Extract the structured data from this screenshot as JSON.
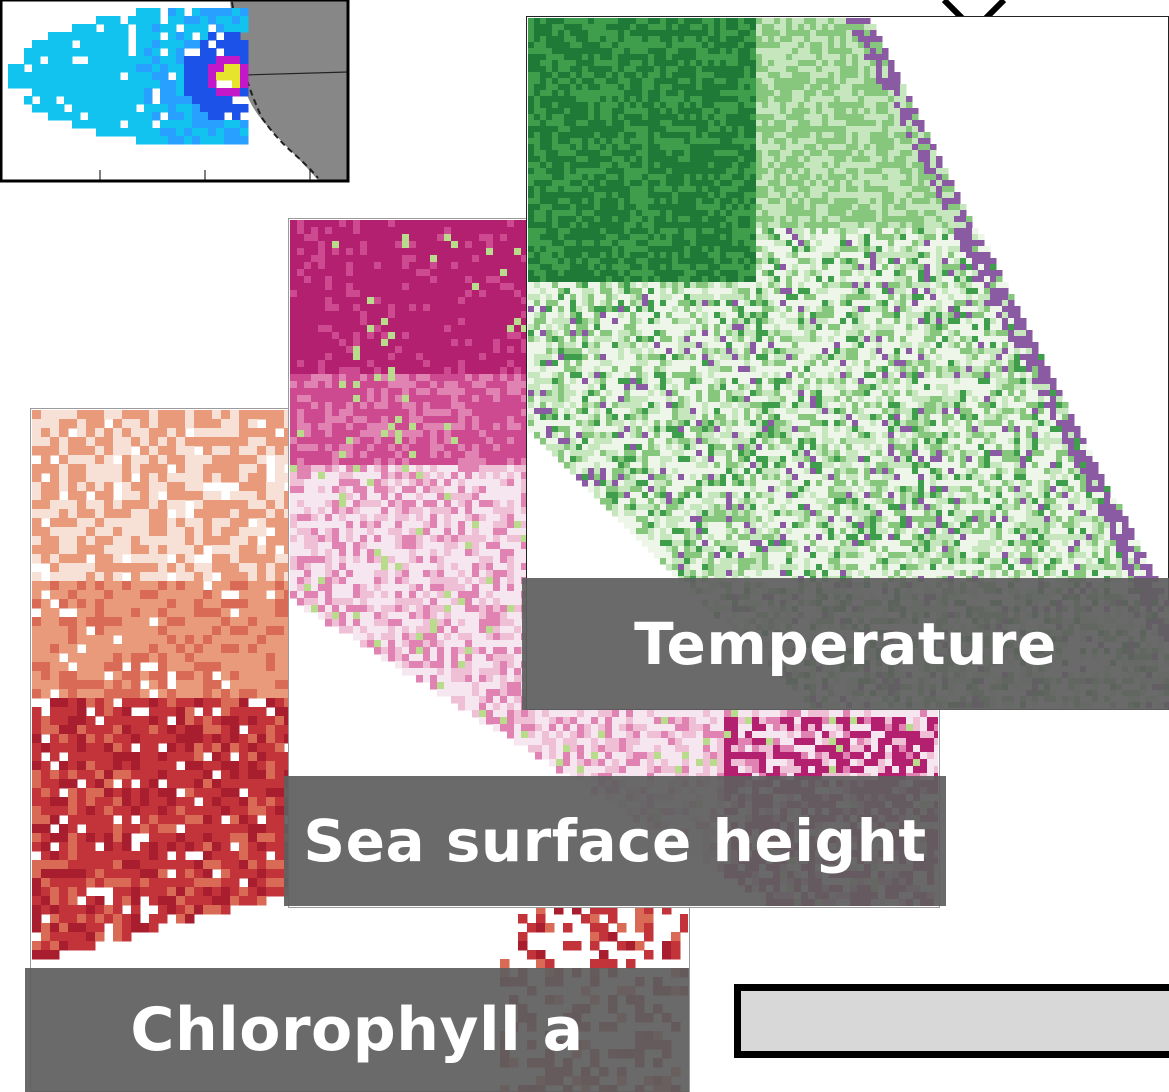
{
  "layers": {
    "chlorophyll": {
      "label": "Chlorophyll a",
      "palette": [
        "#f7e0d6",
        "#e99a7a",
        "#d96a55",
        "#c2333a",
        "#a81e2e"
      ]
    },
    "ssh": {
      "label": "Sea surface height",
      "palette": [
        "#f6e6ef",
        "#efbfd6",
        "#e083b3",
        "#cd4a90",
        "#b3206f",
        "#b9dc8c"
      ]
    },
    "temperature": {
      "label": "Temperature",
      "palette": [
        "#eef6ea",
        "#c6e6bd",
        "#86c77d",
        "#3f9e4c",
        "#1e7a36",
        "#8a5aa3"
      ]
    }
  },
  "top_map": {
    "palette": [
      "#12c3ef",
      "#27a0ff",
      "#1d52e8",
      "#c218c8",
      "#e6e42c"
    ],
    "land_color": "#878787"
  },
  "legend_bar": {
    "fill": "#d8d8d8"
  }
}
